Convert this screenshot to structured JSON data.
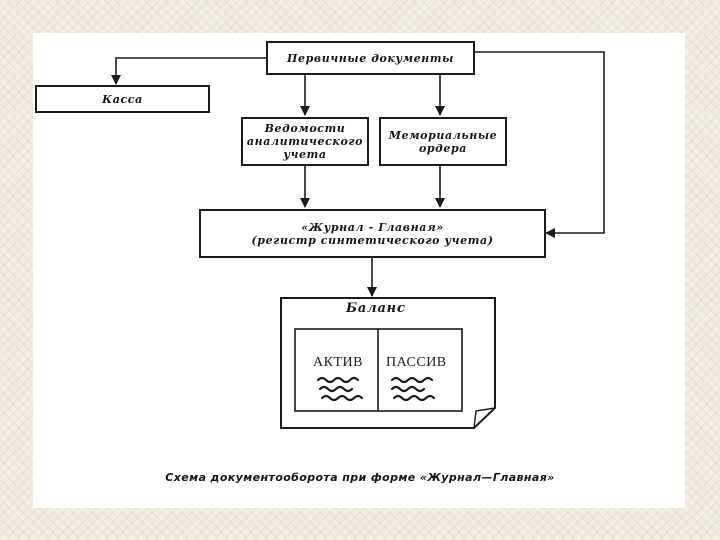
{
  "diagram": {
    "nodes": {
      "primary_docs": {
        "lines": [
          "Первичные документы"
        ]
      },
      "cash": {
        "lines": [
          "Касса"
        ]
      },
      "analytic_sheets": {
        "lines": [
          "Ведомости",
          "аналитического",
          "учета"
        ]
      },
      "memorial_orders": {
        "lines": [
          "Мемориальные",
          "ордера"
        ]
      },
      "journal_main": {
        "lines": [
          "«Журнал - Главная»",
          "(регистр синтетического учета)"
        ]
      }
    },
    "balance": {
      "title": "Баланс",
      "left_column": "АКТИВ",
      "right_column": "ПАССИВ"
    },
    "caption": "Схема документооборота при форме «Журнал—Главная»",
    "edges": [
      {
        "from": "primary_docs",
        "to": "cash"
      },
      {
        "from": "primary_docs",
        "to": "analytic_sheets"
      },
      {
        "from": "primary_docs",
        "to": "memorial_orders"
      },
      {
        "from": "primary_docs",
        "to": "journal_main"
      },
      {
        "from": "analytic_sheets",
        "to": "journal_main"
      },
      {
        "from": "memorial_orders",
        "to": "journal_main"
      },
      {
        "from": "journal_main",
        "to": "balance"
      }
    ]
  }
}
